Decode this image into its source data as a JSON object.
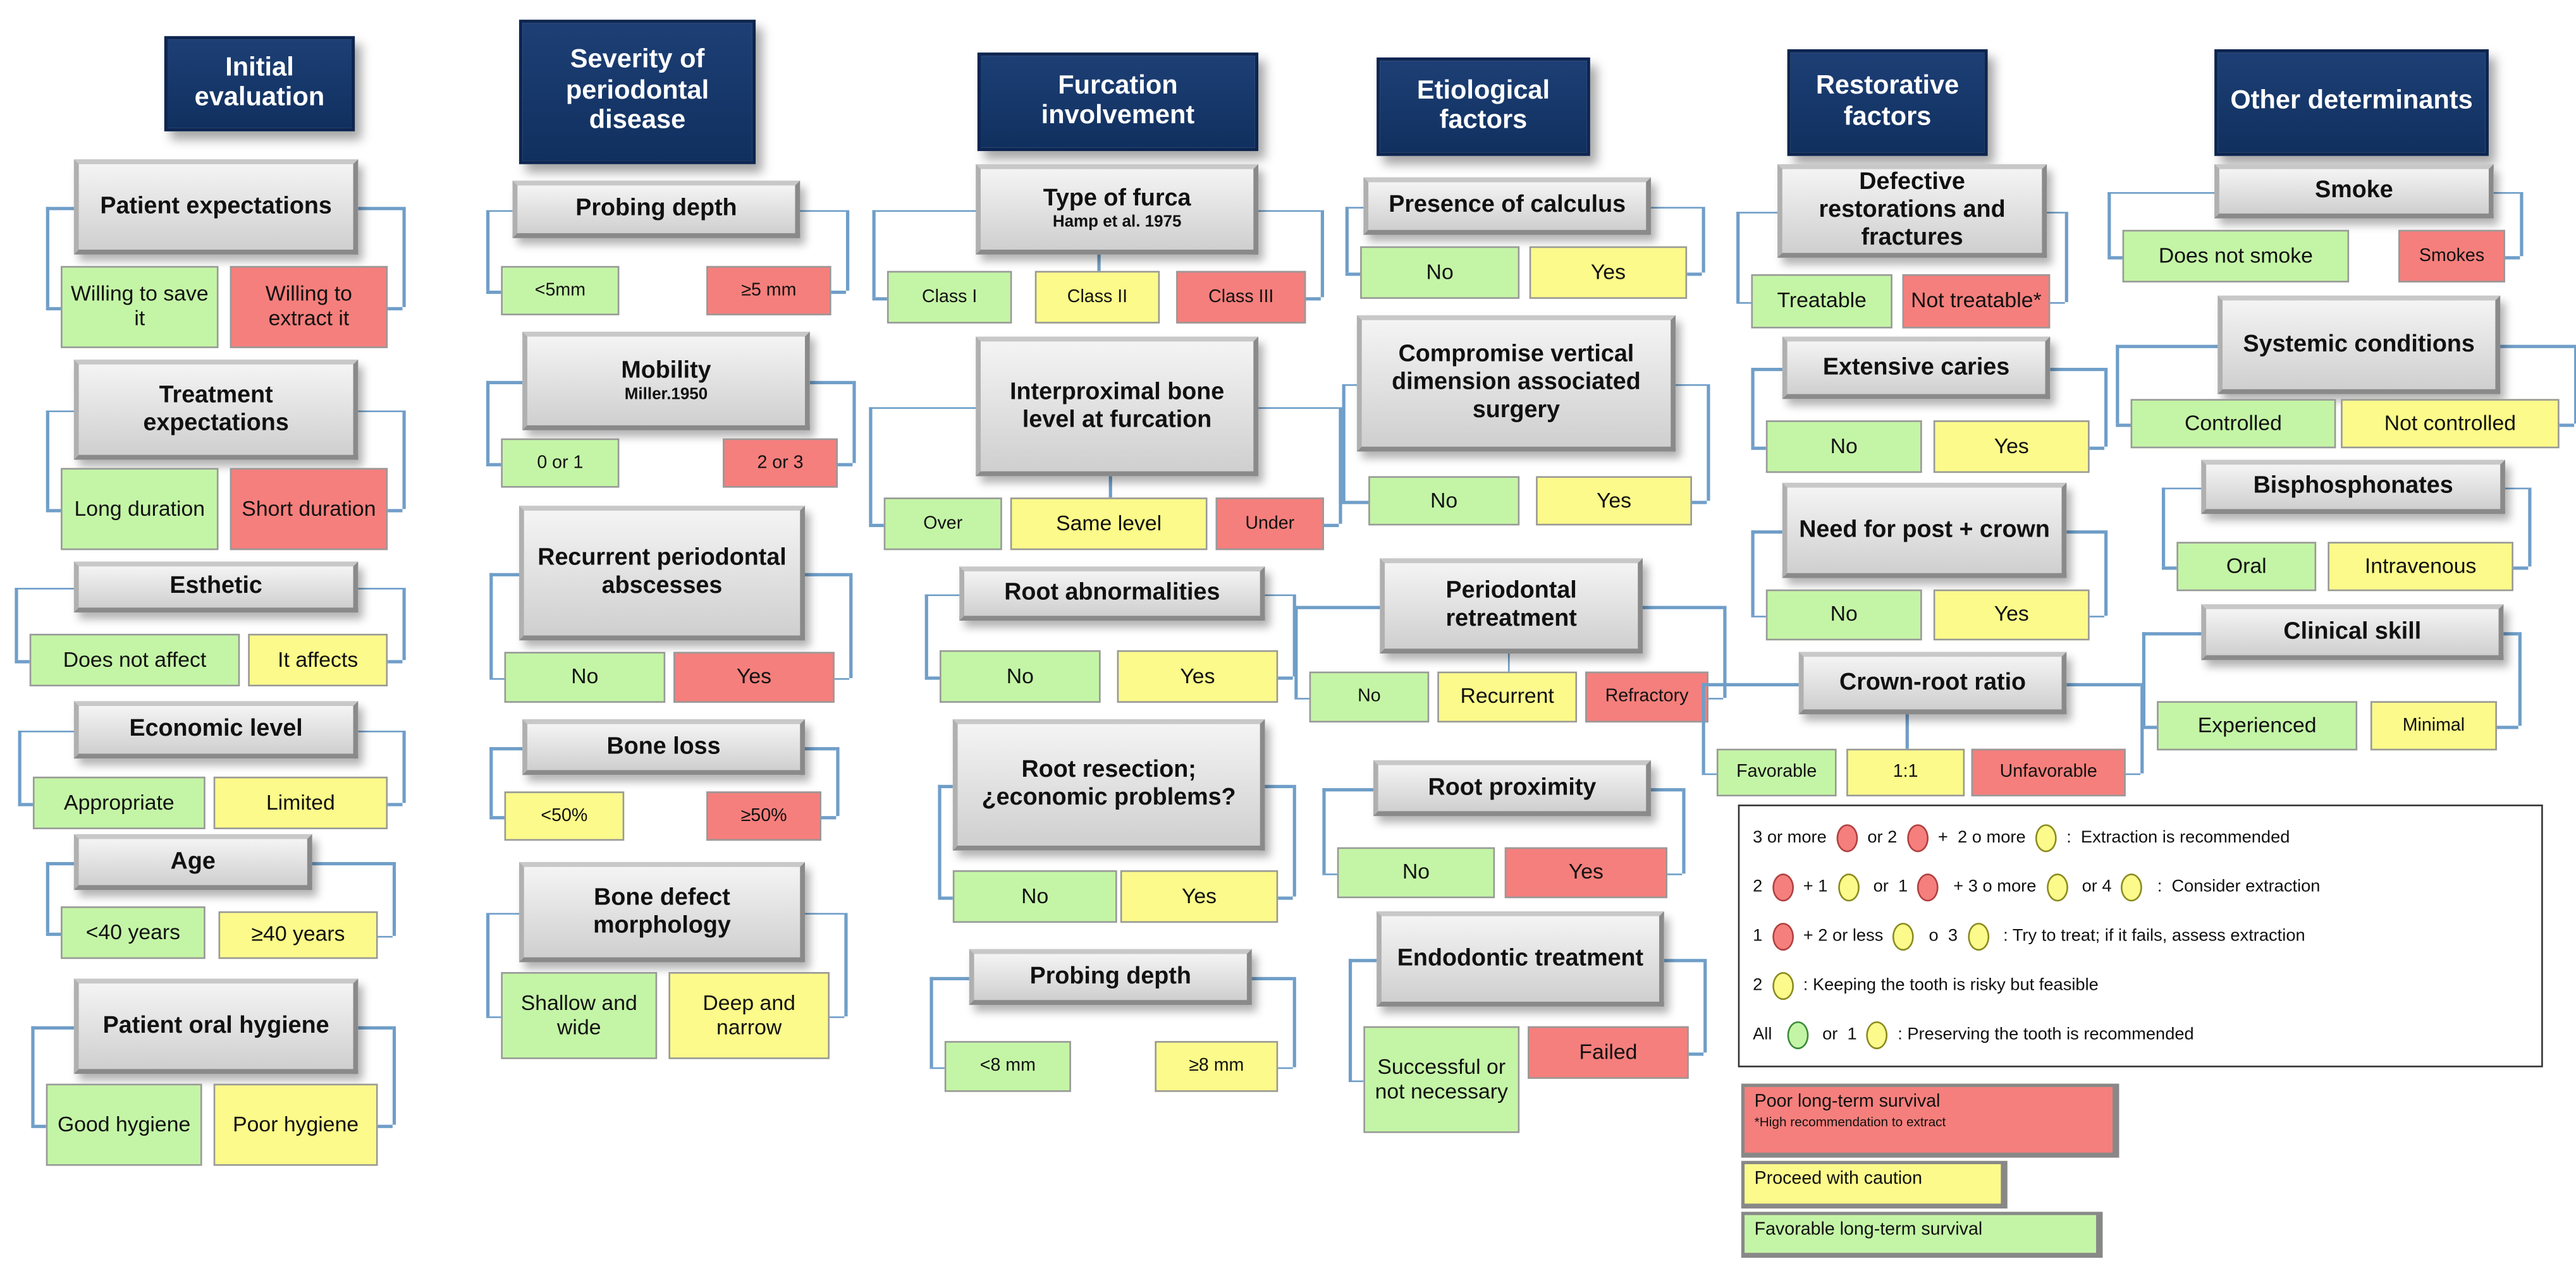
{
  "columns": [
    {
      "header": "Initial evaluation",
      "groups": [
        {
          "question": "Patient expectations",
          "options": [
            {
              "label": "Willing to save it",
              "color": "green"
            },
            {
              "label": "Willing to extract it",
              "color": "red"
            }
          ]
        },
        {
          "question": "Treatment expectations",
          "options": [
            {
              "label": "Long duration",
              "color": "green"
            },
            {
              "label": "Short duration",
              "color": "red"
            }
          ]
        },
        {
          "question": "Esthetic",
          "options": [
            {
              "label": "Does not affect",
              "color": "green"
            },
            {
              "label": "It affects",
              "color": "yellow"
            }
          ]
        },
        {
          "question": "Economic level",
          "options": [
            {
              "label": "Appropriate",
              "color": "green"
            },
            {
              "label": "Limited",
              "color": "yellow"
            }
          ]
        },
        {
          "question": "Age",
          "options": [
            {
              "label": "<40 years",
              "color": "green"
            },
            {
              "label": "≥40 years",
              "color": "yellow"
            }
          ]
        },
        {
          "question": "Patient oral hygiene",
          "options": [
            {
              "label": "Good hygiene",
              "color": "green"
            },
            {
              "label": "Poor hygiene",
              "color": "yellow"
            }
          ]
        }
      ]
    },
    {
      "header": "Severity of periodontal disease",
      "groups": [
        {
          "question": "Probing depth",
          "options": [
            {
              "label": "<5mm",
              "color": "green"
            },
            {
              "label": "≥5 mm",
              "color": "red"
            }
          ]
        },
        {
          "question": "Mobility",
          "subtitle": "Miller.1950",
          "options": [
            {
              "label": "0 or 1",
              "color": "green"
            },
            {
              "label": "2 or 3",
              "color": "red"
            }
          ]
        },
        {
          "question": "Recurrent periodontal abscesses",
          "options": [
            {
              "label": "No",
              "color": "green"
            },
            {
              "label": "Yes",
              "color": "red"
            }
          ]
        },
        {
          "question": "Bone loss",
          "options": [
            {
              "label": "<50%",
              "color": "yellow"
            },
            {
              "label": "≥50%",
              "color": "red"
            }
          ]
        },
        {
          "question": "Bone defect morphology",
          "options": [
            {
              "label": "Shallow and wide",
              "color": "green"
            },
            {
              "label": "Deep and narrow",
              "color": "yellow"
            }
          ]
        }
      ]
    },
    {
      "header": "Furcation involvement",
      "groups": [
        {
          "question": "Type of furca",
          "subtitle": "Hamp et al. 1975",
          "options": [
            {
              "label": "Class I",
              "color": "green"
            },
            {
              "label": "Class II",
              "color": "yellow"
            },
            {
              "label": "Class III",
              "color": "red"
            }
          ]
        },
        {
          "question": "Interproximal bone level at furcation",
          "options": [
            {
              "label": "Over",
              "color": "green"
            },
            {
              "label": "Same level",
              "color": "yellow"
            },
            {
              "label": "Under",
              "color": "red"
            }
          ]
        },
        {
          "question": "Root abnormalities",
          "options": [
            {
              "label": "No",
              "color": "green"
            },
            {
              "label": "Yes",
              "color": "yellow"
            }
          ]
        },
        {
          "question": "Root resection; ¿economic problems?",
          "options": [
            {
              "label": "No",
              "color": "green"
            },
            {
              "label": "Yes",
              "color": "yellow"
            }
          ]
        },
        {
          "question": "Probing depth",
          "options": [
            {
              "label": "<8 mm",
              "color": "green"
            },
            {
              "label": "≥8 mm",
              "color": "yellow"
            }
          ]
        }
      ]
    },
    {
      "header": "Etiological factors",
      "groups": [
        {
          "question": "Presence of calculus",
          "options": [
            {
              "label": "No",
              "color": "green"
            },
            {
              "label": "Yes",
              "color": "yellow"
            }
          ]
        },
        {
          "question": "Compromise vertical dimension associated surgery",
          "options": [
            {
              "label": "No",
              "color": "green"
            },
            {
              "label": "Yes",
              "color": "yellow"
            }
          ]
        },
        {
          "question": "Periodontal retreatment",
          "options": [
            {
              "label": "No",
              "color": "green"
            },
            {
              "label": "Recurrent",
              "color": "yellow"
            },
            {
              "label": "Refractory",
              "color": "red"
            }
          ]
        },
        {
          "question": "Root proximity",
          "options": [
            {
              "label": "No",
              "color": "green"
            },
            {
              "label": "Yes",
              "color": "red"
            }
          ]
        },
        {
          "question": "Endodontic treatment",
          "options": [
            {
              "label": "Successful or not necessary",
              "color": "green"
            },
            {
              "label": "Failed",
              "color": "red"
            }
          ]
        }
      ]
    },
    {
      "header": "Restorative factors",
      "groups": [
        {
          "question": "Defective restorations and fractures",
          "options": [
            {
              "label": "Treatable",
              "color": "green"
            },
            {
              "label": "Not treatable*",
              "color": "red"
            }
          ]
        },
        {
          "question": "Extensive caries",
          "options": [
            {
              "label": "No",
              "color": "green"
            },
            {
              "label": "Yes",
              "color": "yellow"
            }
          ]
        },
        {
          "question": "Need for post + crown",
          "options": [
            {
              "label": "No",
              "color": "green"
            },
            {
              "label": "Yes",
              "color": "yellow"
            }
          ]
        },
        {
          "question": "Crown-root ratio",
          "options": [
            {
              "label": "Favorable",
              "color": "green"
            },
            {
              "label": "1:1",
              "color": "yellow"
            },
            {
              "label": "Unfavorable",
              "color": "red"
            }
          ]
        }
      ]
    },
    {
      "header": "Other determinants",
      "groups": [
        {
          "question": "Smoke",
          "options": [
            {
              "label": "Does not smoke",
              "color": "green"
            },
            {
              "label": "Smokes",
              "color": "red"
            }
          ]
        },
        {
          "question": "Systemic conditions",
          "options": [
            {
              "label": "Controlled",
              "color": "green"
            },
            {
              "label": "Not controlled",
              "color": "yellow"
            }
          ]
        },
        {
          "question": "Bisphosphonates",
          "options": [
            {
              "label": "Oral",
              "color": "green"
            },
            {
              "label": "Intravenous",
              "color": "yellow"
            }
          ]
        },
        {
          "question": "Clinical skill",
          "options": [
            {
              "label": "Experienced",
              "color": "green"
            },
            {
              "label": "Minimal",
              "color": "yellow"
            }
          ]
        }
      ]
    }
  ],
  "legend": {
    "rules": [
      {
        "parts": [
          {
            "t": "3 or more "
          },
          {
            "c": "red"
          },
          {
            "t": " or 2 "
          },
          {
            "c": "red"
          },
          {
            "t": " +  2 o more "
          },
          {
            "c": "yellow"
          },
          {
            "t": " :  Extraction is recommended"
          }
        ]
      },
      {
        "parts": [
          {
            "t": "2 "
          },
          {
            "c": "red"
          },
          {
            "t": " + 1 "
          },
          {
            "c": "yellow"
          },
          {
            "t": "  or  1 "
          },
          {
            "c": "red"
          },
          {
            "t": "  + 3 o more "
          },
          {
            "c": "yellow"
          },
          {
            "t": "  or 4 "
          },
          {
            "c": "yellow"
          },
          {
            "t": "  :  Consider extraction"
          }
        ]
      },
      {
        "parts": [
          {
            "t": "1 "
          },
          {
            "c": "red"
          },
          {
            "t": " + 2 or less "
          },
          {
            "c": "yellow"
          },
          {
            "t": "  o  3 "
          },
          {
            "c": "yellow"
          },
          {
            "t": "  : Try to treat; if it fails, assess extraction"
          }
        ]
      },
      {
        "parts": [
          {
            "t": "2 "
          },
          {
            "c": "yellow"
          },
          {
            "t": " : Keeping the tooth is risky but feasible"
          }
        ]
      },
      {
        "parts": [
          {
            "t": "All  "
          },
          {
            "c": "green"
          },
          {
            "t": "  or  1 "
          },
          {
            "c": "yellow"
          },
          {
            "t": " : Preserving the tooth is recommended"
          }
        ]
      }
    ],
    "swatches": [
      {
        "label": "Poor long-term survival",
        "note": "*High recommendation to extract",
        "color": "red"
      },
      {
        "label": "Proceed with caution",
        "color": "yellow"
      },
      {
        "label": "Favorable long-term survival",
        "color": "green"
      }
    ]
  },
  "colors": {
    "green": "#c4f5a6",
    "red": "#f57f7c",
    "yellow": "#fbfa8a",
    "header": "#1d3f75",
    "connector": "#6f9ec8"
  }
}
